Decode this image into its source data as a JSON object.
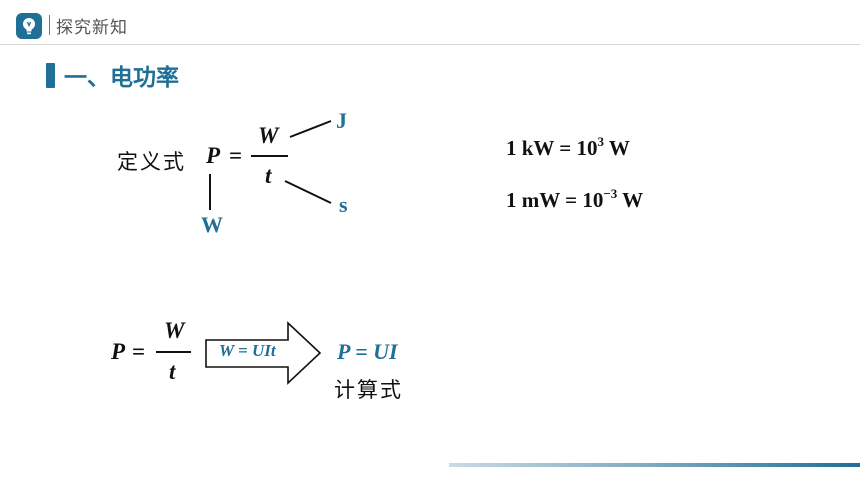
{
  "header": {
    "title": "探究新知",
    "icon": "lightbulb-icon",
    "accent_color": "#1f6f96"
  },
  "section": {
    "title": "一、电功率"
  },
  "definition": {
    "label": "定义式",
    "P": "P",
    "equals": "=",
    "numerator": "W",
    "denominator": "t",
    "unit_numerator": "J",
    "unit_denominator": "s",
    "unit_power": "W"
  },
  "conversions": [
    {
      "lead": "1 kW = 10",
      "exp": "3",
      "tail": " W"
    },
    {
      "lead": "1 mW = 10",
      "exp": "−3",
      "tail": " W"
    }
  ],
  "derivation": {
    "P": "P",
    "equals": "=",
    "numerator": "W",
    "denominator": "t",
    "arrow_label": "W = UIt",
    "result": "P = UI",
    "result_label": "计算式"
  }
}
